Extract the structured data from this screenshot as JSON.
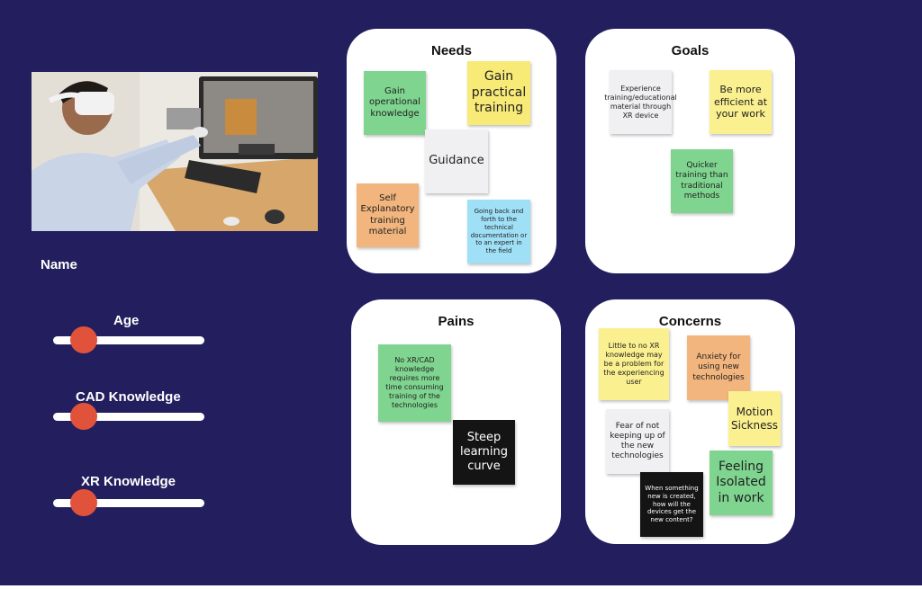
{
  "persona": {
    "name_label": "Name",
    "sliders": [
      {
        "label": "Age",
        "value": 0.2
      },
      {
        "label": "CAD Knowledge",
        "value": 0.2
      },
      {
        "label": "XR Knowledge",
        "value": 0.2
      }
    ]
  },
  "photo": {
    "description_icon": "person-with-vr-headset-image"
  },
  "panels": {
    "needs": {
      "title": "Needs",
      "notes": [
        "Gain operational knowledge",
        "Gain practical training",
        "Guidance",
        "Self Explanatory training material",
        "Going back and forth to the technical documentation or to an expert in the field"
      ]
    },
    "goals": {
      "title": "Goals",
      "notes": [
        "Experience training/educational material through XR device",
        "Be more efficient at your work",
        "Quicker training than traditional methods"
      ]
    },
    "pains": {
      "title": "Pains",
      "notes": [
        "No XR/CAD knowledge requires more time consuming training of the technologies",
        "Steep learning curve"
      ]
    },
    "concerns": {
      "title": "Concerns",
      "notes": [
        "Little to no XR knowledge may be a problem for the experiencing user",
        "Anxiety  for using new technologies",
        "Motion Sickness",
        "Fear of not keeping up of the new technologies",
        "Feeling Isolated in work",
        "When something new is created, how will the devices get the new content?"
      ]
    }
  },
  "colors": {
    "background": "#231f5e",
    "slider_thumb": "#e0533a",
    "note_green": "#7fd590",
    "note_yellow": "#fbf08f",
    "note_orange": "#f2b57d",
    "note_blue": "#9fe0f7",
    "note_grey": "#f0f0f3",
    "note_black": "#141414"
  }
}
